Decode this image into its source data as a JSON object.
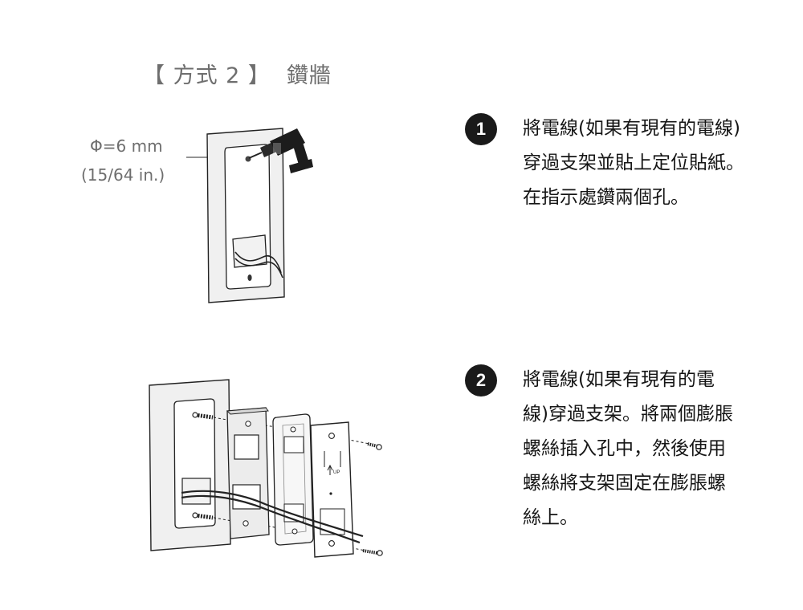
{
  "method_title": {
    "label": "【 方式 2 】",
    "name": "鑽牆"
  },
  "drill_spec": {
    "diameter": "Φ=6 mm",
    "imperial": "(15/64 in.)"
  },
  "steps": [
    {
      "number": "1",
      "lines": [
        "將電線(如果有現有的電線)",
        "穿過支架並貼上定位貼紙。",
        "在指示處鑽兩個孔。"
      ]
    },
    {
      "number": "2",
      "lines": [
        "將電線(如果有現有的電",
        "線)穿過支架。將兩個膨脹",
        "螺絲插入孔中，然後使用",
        "螺絲將支架固定在膨脹螺",
        "絲上。"
      ]
    }
  ],
  "figure_labels": {
    "up_marker": "UP"
  },
  "colors": {
    "badge": "#1a1a1a",
    "line_art": "#222222",
    "muted_text": "#6e6e6e"
  }
}
